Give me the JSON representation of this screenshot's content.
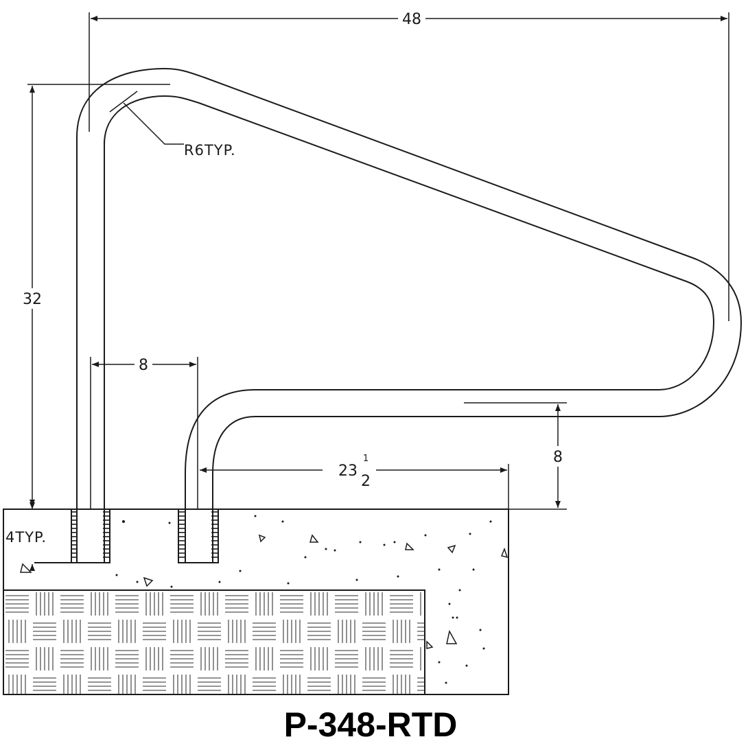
{
  "dimensions": {
    "overall_width": "48",
    "height": "32",
    "bend_radius": "R6TYP.",
    "leg_spacing": "8",
    "lower_rail_height": "8",
    "anchor_depth": "4TYP.",
    "rail_length_whole": "23",
    "rail_length_numerator": "1",
    "rail_length_denominator": "2"
  },
  "title": "P-348-RTD",
  "colors": {
    "line": "#1a1a1a",
    "background": "#ffffff"
  }
}
